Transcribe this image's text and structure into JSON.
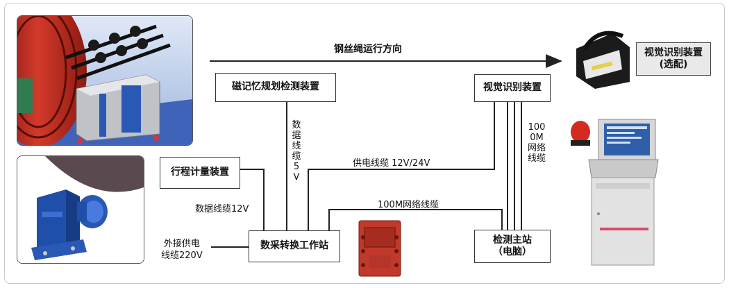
{
  "direction_label": "钢丝绳运行方向",
  "boxes": {
    "magnetic_memory": "磁记忆规划检测装置",
    "visual_recognition": "视觉识别装置",
    "visual_optional_line1": "视觉识别装置",
    "visual_optional_line2": "(选配)",
    "stroke_meter": "行程计量装置",
    "data_station": "数采转换工作站",
    "host_line1": "检测主站",
    "host_line2": "（电脑）"
  },
  "cables": {
    "data_5v": "数据线缆5V",
    "power_12_24": "供电线缆 12V/24V",
    "net_1000m": "1000M网络线缆",
    "data_12v": "数据线缆12V",
    "net_100m": "100M网络线缆",
    "ext_power_line1": "外接供电",
    "ext_power_line2": "线缆220V"
  },
  "colors": {
    "line": "#222222",
    "device_red": "#c0392b",
    "device_blue": "#1f4fa8",
    "cabinet": "#dcdcdc"
  }
}
